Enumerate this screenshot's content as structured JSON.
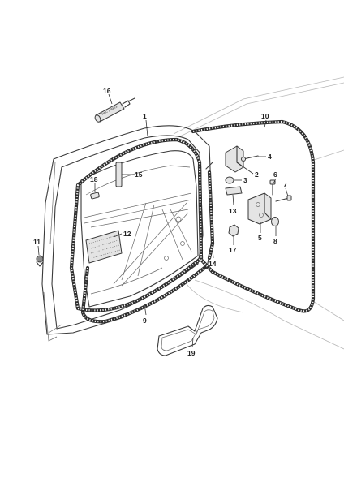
{
  "diagram": {
    "callouts": [
      {
        "id": "1",
        "label": "1"
      },
      {
        "id": "2",
        "label": "2"
      },
      {
        "id": "3",
        "label": "3"
      },
      {
        "id": "4",
        "label": "4"
      },
      {
        "id": "5",
        "label": "5"
      },
      {
        "id": "6",
        "label": "6"
      },
      {
        "id": "7",
        "label": "7"
      },
      {
        "id": "8",
        "label": "8"
      },
      {
        "id": "9",
        "label": "9"
      },
      {
        "id": "10",
        "label": "10"
      },
      {
        "id": "11",
        "label": "11"
      },
      {
        "id": "12",
        "label": "12"
      },
      {
        "id": "13",
        "label": "13"
      },
      {
        "id": "14",
        "label": "14"
      },
      {
        "id": "15",
        "label": "15"
      },
      {
        "id": "16",
        "label": "16"
      },
      {
        "id": "17",
        "label": "17"
      },
      {
        "id": "18",
        "label": "18"
      },
      {
        "id": "19",
        "label": "19"
      }
    ],
    "tube_label": "FWC 1 09/13"
  }
}
